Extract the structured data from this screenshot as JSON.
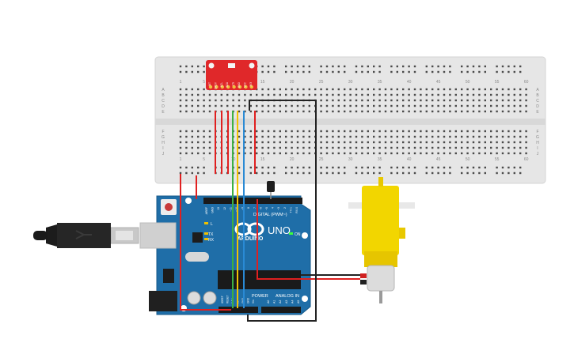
{
  "board": {
    "logo_text": "ARDUINO",
    "model": "UNO",
    "digital_label": "DIGITAL (PWM~)",
    "power_label": "POWER",
    "analog_label": "ANALOG IN",
    "on_label": "ON",
    "l_label": "L",
    "tx_label": "TX",
    "rx_label": "RX",
    "digital_pins": [
      "AREF",
      "GND",
      "13",
      "12",
      "~11",
      "~10",
      "~9",
      "8",
      "7",
      "~6",
      "~5",
      "4",
      "~3",
      "2",
      "TX 1",
      "RX 0"
    ],
    "power_pins": [
      "IOREF",
      "RESET",
      "3.3V",
      "5V",
      "GND",
      "GND",
      "Vin"
    ],
    "analog_pins": [
      "A0",
      "A1",
      "A2",
      "A3",
      "A4",
      "A5"
    ]
  },
  "breadboard": {
    "column_numbers": [
      "1",
      "5",
      "10",
      "15",
      "20",
      "25",
      "30",
      "35",
      "40",
      "45",
      "50",
      "55",
      "60"
    ],
    "row_letters_top": [
      "A",
      "B",
      "C",
      "D",
      "E"
    ],
    "row_letters_bottom": [
      "F",
      "G",
      "H",
      "I",
      "J"
    ]
  },
  "sensor": {
    "pin_labels": [
      "INT",
      "DRDY",
      "SCL",
      "SDA",
      "CS",
      "GND",
      "VCC",
      "3V3"
    ]
  },
  "colors": {
    "board": "#1f6ea8",
    "breadboard": "#e8e8e8",
    "sensor": "#e0282a",
    "motor": "#f2d600",
    "wire_red": "#e02020",
    "wire_green": "#3cb043",
    "wire_yellow": "#f2c200",
    "wire_blue": "#2a8ad4",
    "wire_black": "#222222"
  }
}
